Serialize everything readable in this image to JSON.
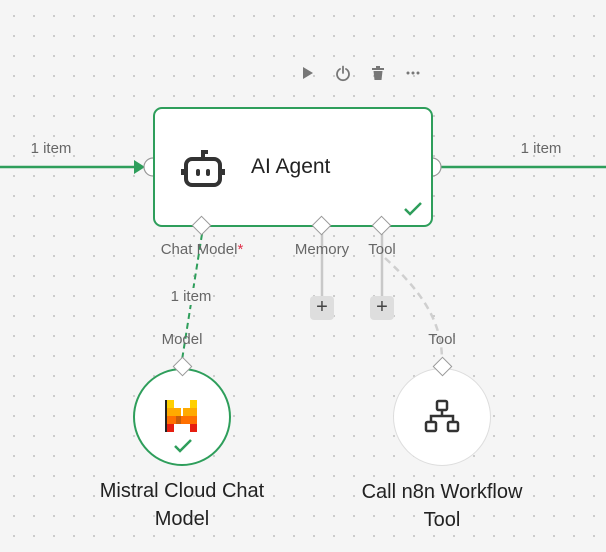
{
  "toolbar": {
    "icons": [
      "play-icon",
      "power-icon",
      "trash-icon",
      "more-icon"
    ]
  },
  "edges": {
    "input_label": "1 item",
    "output_label": "1 item",
    "model_label": "1 item"
  },
  "agent": {
    "title": "AI Agent",
    "status": "success",
    "ports": {
      "chat_model": "Chat Model",
      "required_mark": "*",
      "memory": "Memory",
      "tool": "Tool"
    }
  },
  "mistral": {
    "port_label": "Model",
    "name_line1": "Mistral Cloud Chat",
    "name_line2": "Model",
    "status": "success"
  },
  "workflow_tool": {
    "port_label": "Tool",
    "name_line1": "Call n8n Workflow",
    "name_line2": "Tool"
  },
  "add_label": "+",
  "colors": {
    "success": "#2e9e5b",
    "required": "#e0314b"
  }
}
